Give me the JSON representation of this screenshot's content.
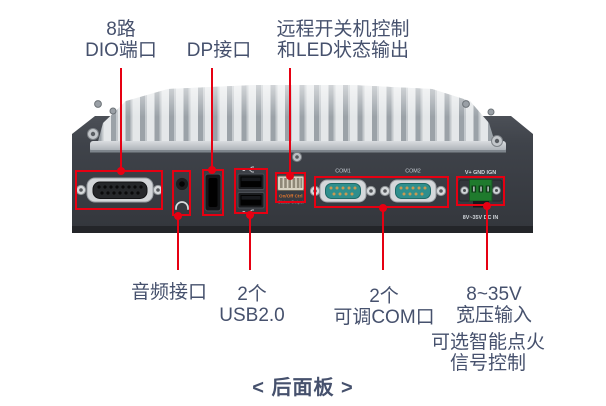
{
  "colors": {
    "accent_red": "#e60012",
    "label_text": "#46516d"
  },
  "caption": "< 后面板 >",
  "callouts": {
    "dio": {
      "line1": "8路",
      "line2": "DIO端口"
    },
    "dp": {
      "line1": "DP接口"
    },
    "remote": {
      "line1": "远程开关机控制",
      "line2": "和LED状态输出"
    },
    "audio": {
      "line1": "音频接口"
    },
    "usb": {
      "line1": "2个",
      "line2": "USB2.0"
    },
    "com": {
      "line1": "2个",
      "line2": "可调COM口"
    },
    "power": {
      "line1": "8~35V",
      "line2": "宽压输入"
    },
    "ignition": {
      "line1": "可选智能点火",
      "line2": "信号控制"
    }
  },
  "device": {
    "com1_label": "COM1",
    "com2_label": "COM2",
    "power_label_top": "V+ GND IGN",
    "power_label_bottom": "8V~35V DC IN",
    "onoff_label_top": "On/Off Ctrl",
    "onoff_label_bottom": "Status Output"
  }
}
